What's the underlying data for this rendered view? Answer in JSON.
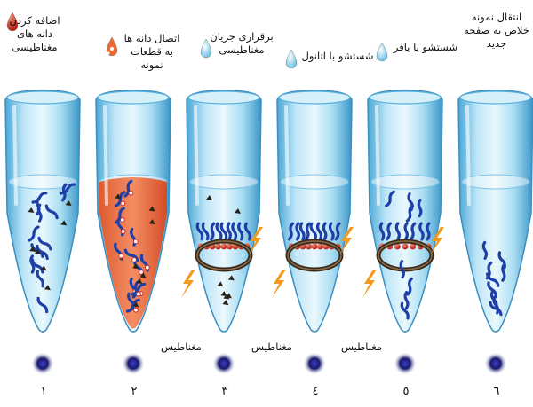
{
  "steps": [
    {
      "number": "١",
      "label_lines": [
        "اضافه کردن",
        "دانه های",
        "مغناطیسی"
      ]
    },
    {
      "number": "٢",
      "label_lines": [
        "اتصال دانه ها",
        "به قطعات",
        "نمونه"
      ]
    },
    {
      "number": "٣",
      "label_lines": [
        "برقراری جریان",
        "مغناطیسی"
      ]
    },
    {
      "number": "٤",
      "label_lines": [
        "شستشو با اتانول"
      ]
    },
    {
      "number": "٥",
      "label_lines": [
        "شستشو با بافر"
      ]
    },
    {
      "number": "٦",
      "label_lines": [
        "انتقال نمونه",
        "خلاص به صفحه",
        "جدید"
      ]
    }
  ],
  "magnet_labels": [
    "مغناطیس",
    "مغناطیس",
    "مغناطیس"
  ],
  "colors": {
    "tube_light": "#e8f6fc",
    "tube_mid": "#8fd0ec",
    "tube_dark": "#3a9fd0",
    "bead_red": "#d0281e",
    "sample_orange": "#ec6a32",
    "dna_blue": "#1e3fa8",
    "magnet_ring": "#3a2a1c",
    "lightning": "#f39a1c",
    "dot_dark": "#1a1a5c"
  }
}
